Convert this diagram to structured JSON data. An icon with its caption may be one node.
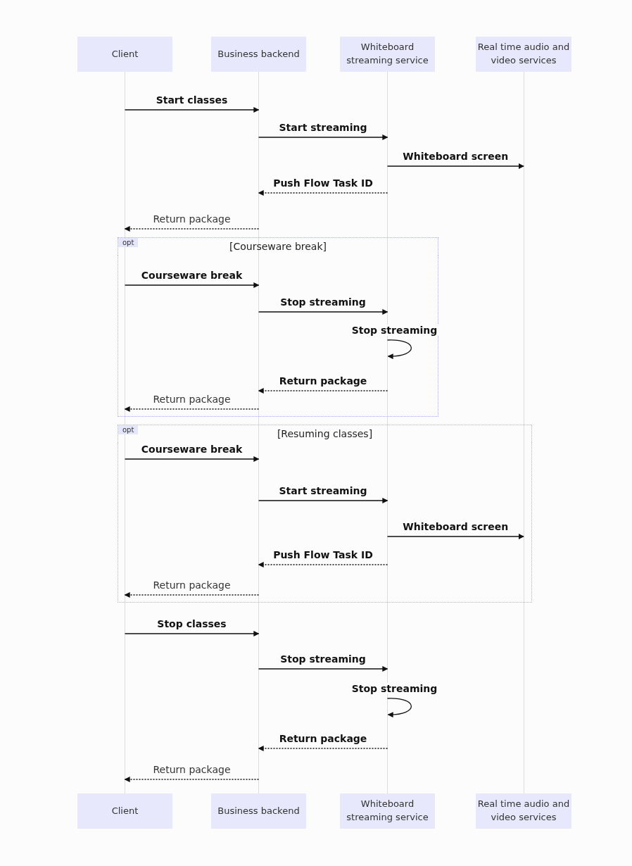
{
  "diagram": {
    "nodes": [
      {
        "text": [
          "Client",
          "Client"
        ]
      },
      {
        "text": [
          "Business backend",
          "Business backend"
        ]
      },
      {
        "text": [
          "Whiteboard streaming service",
          "Whiteboard streaming service"
        ]
      },
      {
        "text": [
          "Real time audio and video services",
          "Real time audio and video services"
        ]
      },
      {
        "text": [
          "opt",
          "[Courseware break]"
        ]
      },
      {
        "text": [
          "opt",
          "[Resuming classes]"
        ]
      }
    ],
    "edges": [
      {
        "from": 0,
        "to": 1,
        "arrow": "to",
        "label": "Start classes"
      },
      {
        "from": 1,
        "to": 2,
        "arrow": "to",
        "label": "Start streaming"
      },
      {
        "from": 2,
        "to": 3,
        "arrow": "to",
        "label": "Whiteboard screen"
      },
      {
        "from": 2,
        "to": 1,
        "arrow": "to",
        "label": "Push Flow Task ID",
        "style": "dashed"
      },
      {
        "from": 1,
        "to": 0,
        "arrow": "to",
        "label": "Return package",
        "style": "dashed"
      },
      {
        "from": 0,
        "to": 1,
        "arrow": "to",
        "label": "Courseware break"
      },
      {
        "from": 1,
        "to": 2,
        "arrow": "to",
        "label": "Stop streaming"
      },
      {
        "from": 2,
        "to": 2,
        "arrow": "to",
        "label": "Stop streaming"
      },
      {
        "from": 2,
        "to": 1,
        "arrow": "to",
        "label": "Return package",
        "style": "dashed"
      },
      {
        "from": 1,
        "to": 0,
        "arrow": "to",
        "label": "Return package",
        "style": "dashed"
      },
      {
        "from": 0,
        "to": 1,
        "arrow": "to",
        "label": "Courseware break"
      },
      {
        "from": 1,
        "to": 2,
        "arrow": "to",
        "label": "Start streaming"
      },
      {
        "from": 2,
        "to": 3,
        "arrow": "to",
        "label": "Whiteboard screen"
      },
      {
        "from": 2,
        "to": 1,
        "arrow": "to",
        "label": "Push Flow Task ID",
        "style": "dashed"
      },
      {
        "from": 1,
        "to": 0,
        "arrow": "to",
        "label": "Return package",
        "style": "dashed"
      },
      {
        "from": 0,
        "to": 1,
        "arrow": "to",
        "label": "Stop classes"
      },
      {
        "from": 1,
        "to": 2,
        "arrow": "to",
        "label": "Stop streaming"
      },
      {
        "from": 2,
        "to": 2,
        "arrow": "to",
        "label": "Stop streaming"
      },
      {
        "from": 2,
        "to": 1,
        "arrow": "to",
        "label": "Return package",
        "style": "dashed"
      },
      {
        "from": 1,
        "to": 0,
        "arrow": "to",
        "label": "Return package",
        "style": "dashed"
      }
    ]
  }
}
